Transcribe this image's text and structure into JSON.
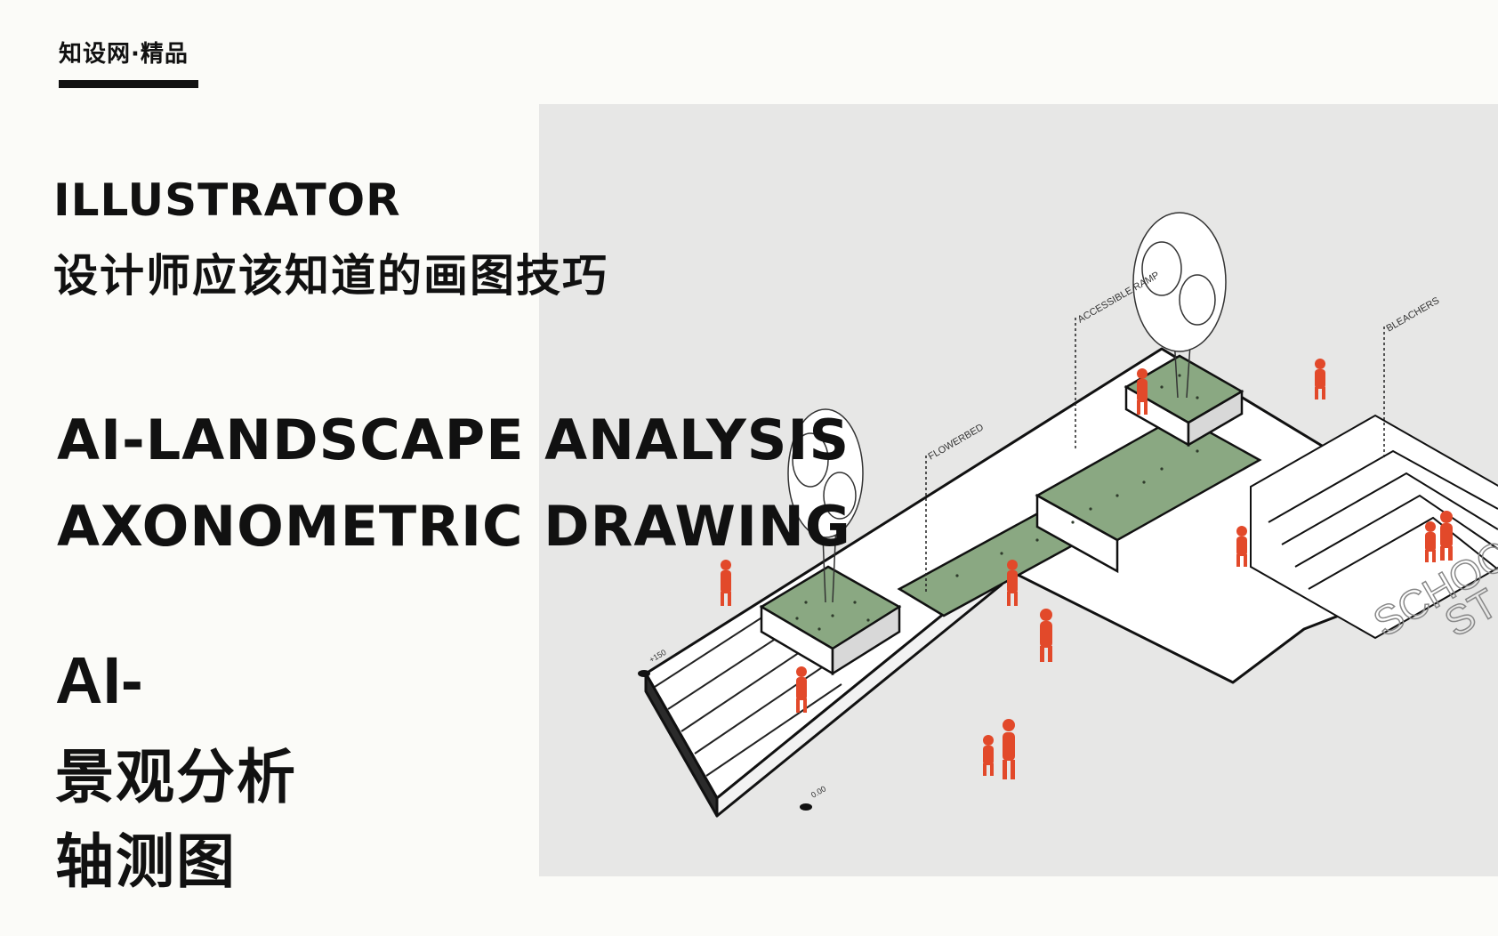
{
  "brand": {
    "text": "知设网·精品"
  },
  "header": {
    "title_en": "ILLUSTRATOR",
    "title_cn": "设计师应该知道的画图技巧"
  },
  "main": {
    "line1": "AI-LANDSCAPE ANALYSIS",
    "line2": "AXONOMETRIC DRAWING"
  },
  "sub": {
    "ai": "AI-",
    "cn1": "景观分析",
    "cn2": "轴测图"
  },
  "drawing": {
    "labels": {
      "ramp": "ACCESSIBLE RAMP",
      "bleachers": "BLEACHERS",
      "flowerbed": "FLOWERBED",
      "school1": "SCHOOL",
      "school2": "ST",
      "dim1": "+150",
      "dim2": "0.00"
    }
  },
  "colors": {
    "background": "#fbfbf8",
    "panel": "#e7e7e6",
    "planter_green": "#8aa882",
    "figure_orange": "#e2492a",
    "text": "#111111"
  }
}
